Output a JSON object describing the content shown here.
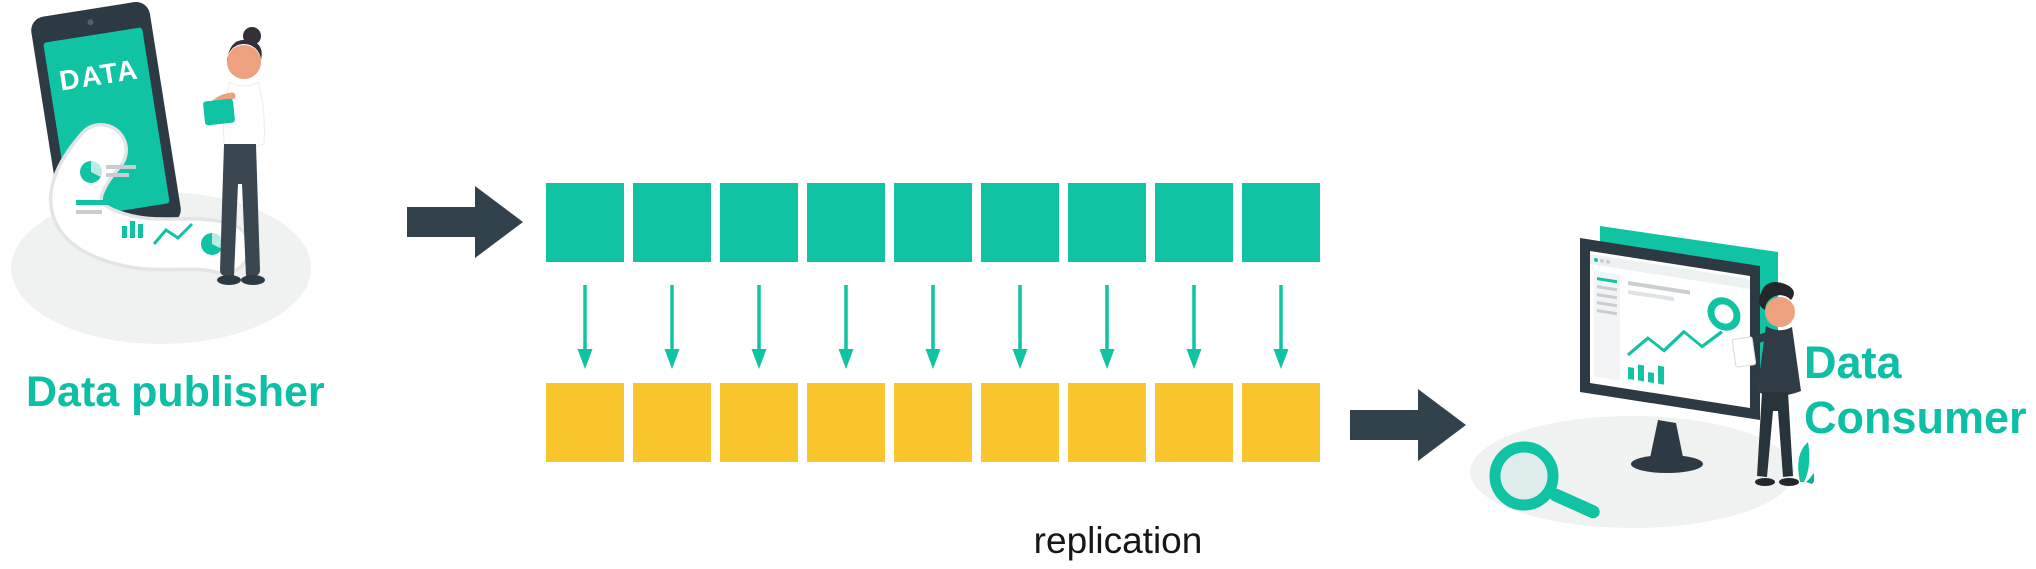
{
  "publisher": {
    "label": "Data publisher",
    "device_text": "DATA"
  },
  "consumer": {
    "label_line1": "Data",
    "label_line2": "Consumer"
  },
  "replication_label": "replication",
  "blocks": {
    "count": 9,
    "source_color": "#10c3a3",
    "replica_color": "#f9c62e",
    "arrow_color": "#10c3a3"
  },
  "colors": {
    "dark_arrow": "#31424c",
    "label_teal": "#0dbfa4",
    "replication_text": "#161616",
    "illustration_teal": "#10c3a3"
  }
}
